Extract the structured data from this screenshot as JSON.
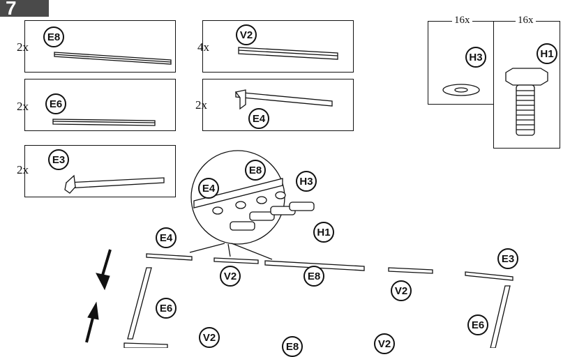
{
  "step": {
    "number": "7"
  },
  "parts": [
    {
      "id": "E8",
      "qty": "2x"
    },
    {
      "id": "V2",
      "qty": "4x"
    },
    {
      "id": "E6",
      "qty": "2x"
    },
    {
      "id": "E4",
      "qty": "2x"
    },
    {
      "id": "E3",
      "qty": "2x"
    }
  ],
  "hardware": [
    {
      "id": "H3",
      "qty": "16x"
    },
    {
      "id": "H1",
      "qty": "16x"
    }
  ],
  "detail": {
    "labels": [
      "E8",
      "E4",
      "H3",
      "H1"
    ]
  },
  "assembly": {
    "labels": [
      "E4",
      "V2",
      "E8",
      "V2",
      "E3",
      "E6",
      "E6",
      "V2",
      "E8",
      "V2"
    ]
  }
}
